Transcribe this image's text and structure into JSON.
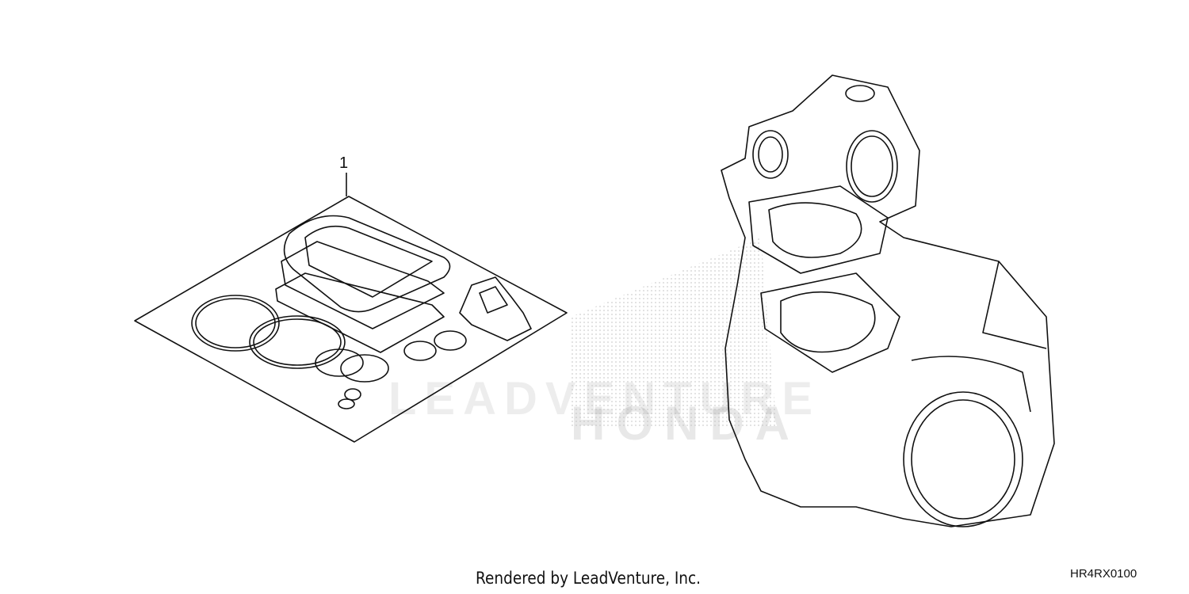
{
  "diagram": {
    "callouts": [
      {
        "label": "1"
      }
    ],
    "watermark_text": "LEADVENTURE",
    "brand_watermark": "HONDA",
    "footer": "Rendered by LeadVenture, Inc.",
    "diagram_code": "HR4RX0100"
  }
}
